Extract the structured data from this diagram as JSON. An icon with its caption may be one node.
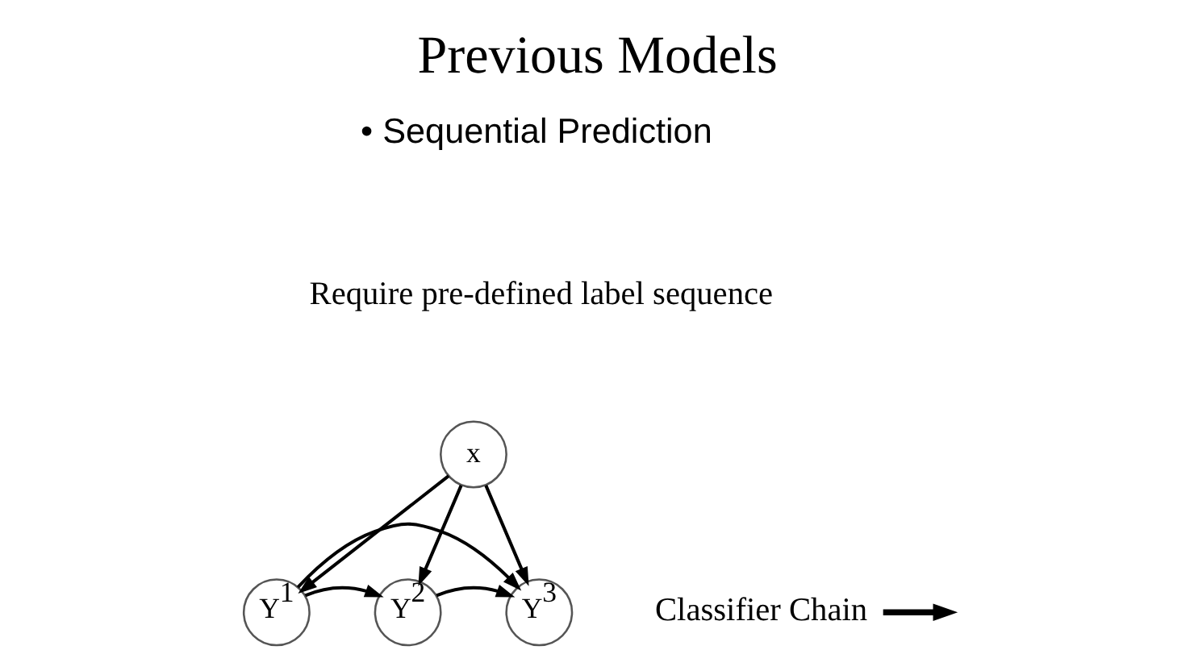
{
  "diagram": {
    "title": "Previous Models",
    "nodes": [
      {
        "text": [
          "x"
        ]
      },
      {
        "text": [
          "Y$^{1}$"
        ]
      },
      {
        "text": [
          "Y$^{2}$"
        ]
      },
      {
        "text": [
          "Y$^{3}$"
        ]
      },
      {
        "text": [
          "Classifier Chain"
        ]
      }
    ],
    "edges": [
      {
        "from": 0,
        "to": 1,
        "arrow": "to"
      },
      {
        "from": 0,
        "to": 2,
        "arrow": "to"
      },
      {
        "from": 0,
        "to": 3,
        "arrow": "to"
      },
      {
        "from": 1,
        "to": 2,
        "arrow": "to"
      },
      {
        "from": 2,
        "to": 3,
        "arrow": "to"
      },
      {
        "from": 1,
        "to": 3,
        "arrow": "to"
      },
      {
        "from": 4,
        "to": null,
        "arrow": "to",
        "style": "thick"
      }
    ],
    "labels": [
      "• Sequential Prediction",
      "Require pre-defined label sequence"
    ]
  }
}
